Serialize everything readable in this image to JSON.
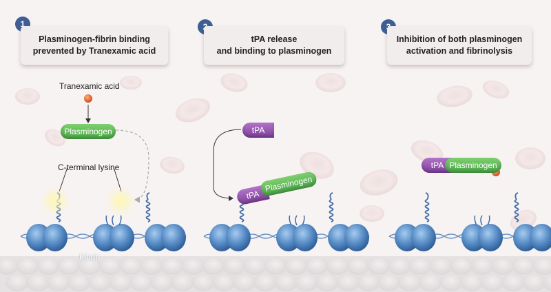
{
  "steps": [
    {
      "number": "1",
      "title_line1": "Plasminogen-fibrin binding",
      "title_line2": "prevented by Tranexamic acid"
    },
    {
      "number": "2",
      "title_line1": "tPA release",
      "title_line2": "and binding to plasminogen"
    },
    {
      "number": "3",
      "title_line1": "Inhibition of both plasminogen",
      "title_line2": "activation and fibrinolysis"
    }
  ],
  "labels": {
    "tranexamic_acid": "Tranexamic acid",
    "plasminogen": "Plasminogen",
    "c_terminal_lysine": "C-terminal lysine",
    "fibrin": "Fibrin",
    "tpa": "tPA"
  },
  "colors": {
    "step_badge": "#3e5e94",
    "plasminogen": "#5db653",
    "tpa": "#9b56b3",
    "tranexamic_acid": "#e0662a",
    "fibrin_sphere": "#5b8fc8"
  }
}
